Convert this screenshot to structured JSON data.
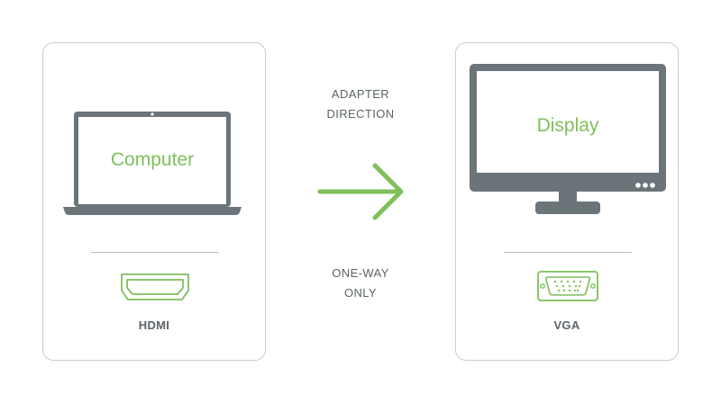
{
  "source_card": {
    "device_label": "Computer",
    "port_label": "HDMI",
    "device_icon": "laptop-icon",
    "port_icon": "hdmi-port-icon"
  },
  "target_card": {
    "device_label": "Display",
    "port_label": "VGA",
    "device_icon": "monitor-icon",
    "port_icon": "vga-port-icon"
  },
  "middle": {
    "direction_lines": [
      "ADAPTER",
      "DIRECTION"
    ],
    "note_lines": [
      "ONE-WAY",
      "ONLY"
    ],
    "arrow_icon": "arrow-right-icon"
  },
  "colors": {
    "accent_green": "#7fbf5a",
    "device_gray": "#6b7479",
    "text_gray": "#5c6468",
    "border_gray": "#c9ccce"
  }
}
